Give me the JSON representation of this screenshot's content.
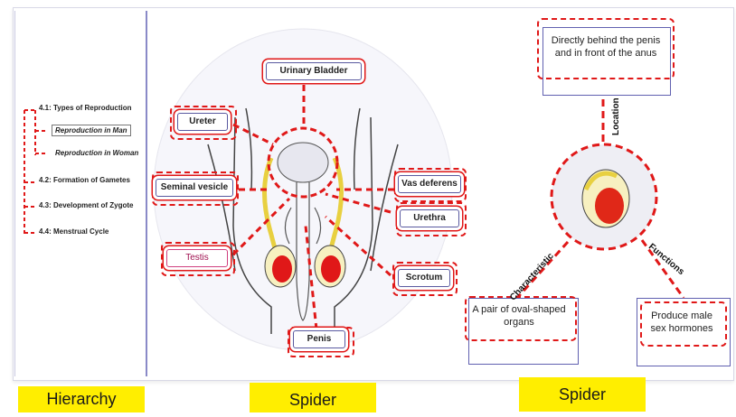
{
  "hierarchy": {
    "items": [
      "4.1: Types of Reproduction",
      "Reproduction in Man",
      "Reproduction in Woman",
      "4.2: Formation of Gametes",
      "4.3: Development of Zygote",
      "4.4: Menstrual Cycle"
    ]
  },
  "anatomy": {
    "title_label": "Urinary Bladder",
    "labels": {
      "ureter": "Ureter",
      "seminal_vesicle": "Seminal vesicle",
      "testis": "Testis",
      "vas_deferens": "Vas deferens",
      "urethra": "Urethra",
      "scrotum": "Scrotum",
      "penis": "Penis"
    }
  },
  "spider": {
    "location_label": "Location",
    "location_text": "Directly behind the penis and in front of the anus",
    "characteristic_label": "Characteristic",
    "characteristic_text": "A pair of oval-shaped organs",
    "functions_label": "Functions",
    "functions_text": "Produce male sex hormones"
  },
  "footer": {
    "hierarchy": "Hierarchy",
    "spider_left": "Spider",
    "spider_right": "Spider"
  },
  "colors": {
    "accent_red": "#e01818",
    "border_blue": "#5a5aa0",
    "tag_yellow": "#ffee00"
  }
}
